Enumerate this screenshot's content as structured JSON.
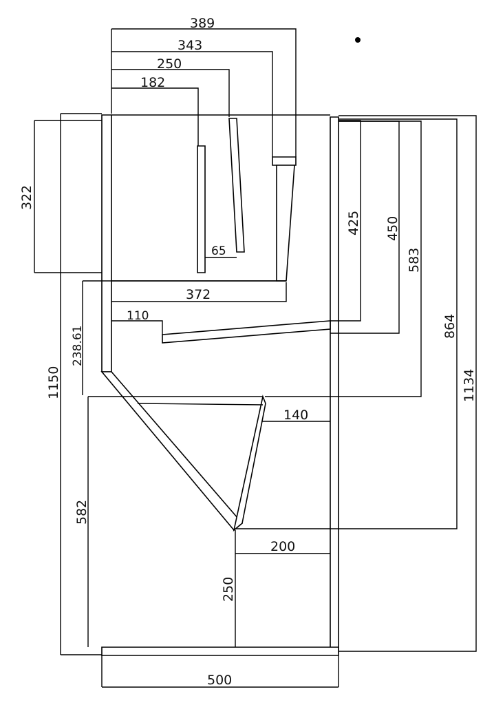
{
  "drawing": {
    "dimensions": {
      "d389": "389",
      "d343": "343",
      "d250_top": "250",
      "d182": "182",
      "d322": "322",
      "d65": "65",
      "d372": "372",
      "d425": "425",
      "d450": "450",
      "d583": "583",
      "d864": "864",
      "d1134": "1134",
      "d110": "110",
      "d238": "238.61",
      "d1150": "1150",
      "d140": "140",
      "d582": "582",
      "d200": "200",
      "d250_bottom": "250",
      "d500": "500"
    },
    "colors": {
      "line": "#000000",
      "background": "#ffffff"
    }
  }
}
